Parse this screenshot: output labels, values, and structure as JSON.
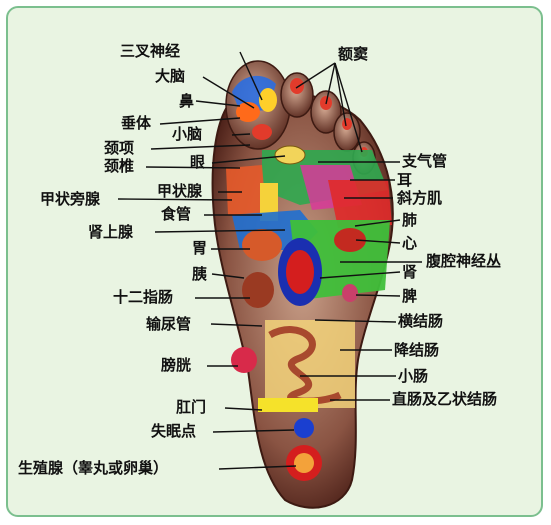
{
  "labels": {
    "sanchashenjing": "三叉神经",
    "e_dou": "额窦",
    "danao": "大脑",
    "bi": "鼻",
    "chuiti": "垂体",
    "xiaonao": "小脑",
    "jingxiang": "颈项",
    "jingzhui": "颈椎",
    "yan": "眼",
    "zhiqiguan": "支气管",
    "er": "耳",
    "xiefangji": "斜方肌",
    "jiazhuangpangxian": "甲状旁腺",
    "jiazhuangxian": "甲状腺",
    "shiguan": "食管",
    "fei": "肺",
    "shenshangxian": "肾上腺",
    "xin": "心",
    "fuqiangshenjingcong": "腹腔神经丛",
    "wei": "胃",
    "shen": "肾",
    "yi": "胰",
    "pi": "脾",
    "shierzhichang": "十二指肠",
    "hengjiechang": "横结肠",
    "shuniaoguan": "输尿管",
    "jiangjiechang": "降结肠",
    "pangguang": "膀胱",
    "xiaochang": "小肠",
    "ganmen": "肛门",
    "zhichang": "直肠及乙状结肠",
    "shimiandian": "失眠点",
    "shengzhixian": "生殖腺（睾丸或卵巢）"
  }
}
